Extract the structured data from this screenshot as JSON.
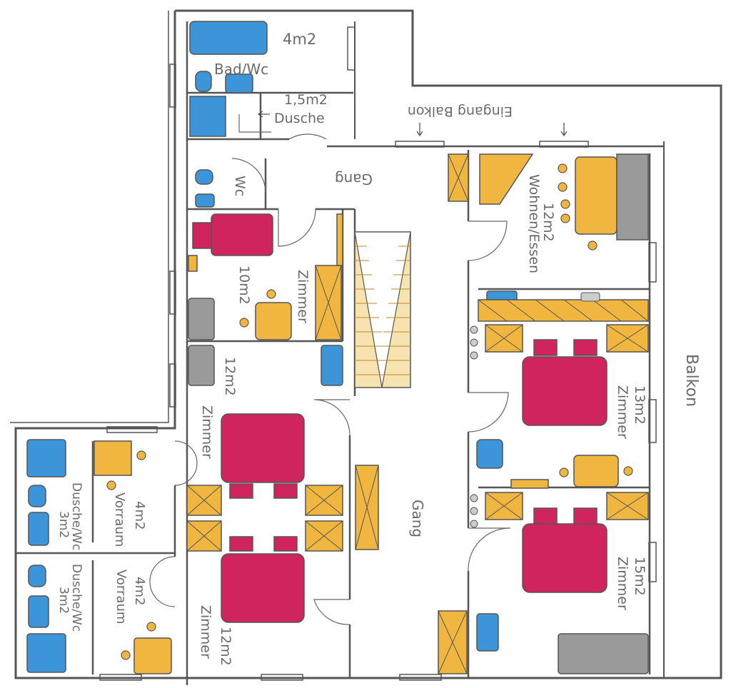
{
  "plan": {
    "labels": {
      "bad_wc": "Bad/Wc",
      "bad_wc_area": "4m2",
      "dusche": "Dusche",
      "dusche_area": "1,5m2",
      "wc": "Wc",
      "gang_top": "Gang",
      "eingang": "Eingang Balkon",
      "wohnen": "Wohnen/Essen",
      "wohnen_area": "12m2",
      "zimmer_small": "Zimmer",
      "zimmer_small_area": "10m2",
      "zimmer_mid": "Zimmer",
      "zimmer_mid_area": "12m2",
      "zimmer_right1": "Zimmer",
      "zimmer_right1_area": "13m2",
      "zimmer_right2": "Zimmer",
      "zimmer_right2_area": "15m2",
      "zimmer_bottom": "Zimmer",
      "zimmer_bottom_area": "12m2",
      "balkon": "Balkon",
      "gang_main": "Gang",
      "vorraum1": "Vorraum",
      "vorraum1_area": "4m2",
      "vorraum2": "Vorraum",
      "vorraum2_area": "4m2",
      "dusche_wc1": "Dusche/Wc",
      "dusche_wc1_area": "3m2",
      "dusche_wc2": "Dusche/Wc",
      "dusche_wc2_area": "3m2"
    },
    "colors": {
      "wall": "#555555",
      "sanitary": "#3d95d9",
      "wood": "#f0b640",
      "bed": "#d0245e",
      "grey": "#9a9a9a"
    }
  }
}
